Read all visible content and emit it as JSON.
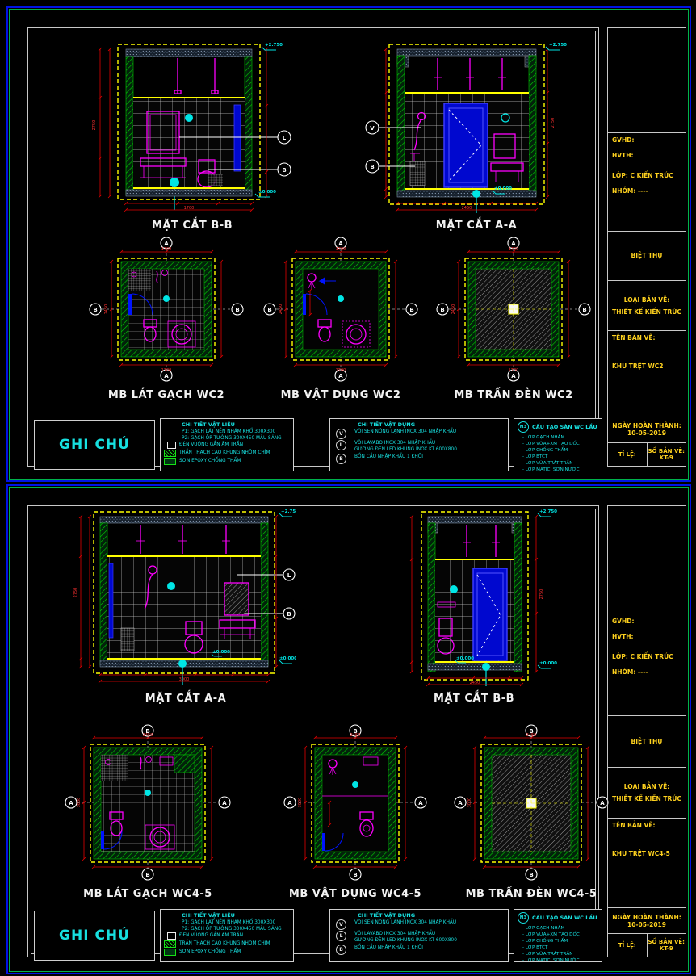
{
  "sheets": [
    {
      "sections": [
        {
          "title": "MẶT CẮT B-B",
          "dims": {
            "width": "1700",
            "height": "2750"
          },
          "tags": [
            "L",
            "B"
          ]
        },
        {
          "title": "MẶT CẮT A-A",
          "dims": {
            "width": "2450",
            "height": "2750"
          },
          "tags": [
            "V",
            "B"
          ]
        }
      ],
      "plans": [
        {
          "title": "MB LÁT GẠCH WC2",
          "dims": {
            "width": "1700",
            "depth": "2450"
          }
        },
        {
          "title": "MB VẬT DỤNG WC2",
          "dims": {
            "width": "1700",
            "depth": "2450"
          }
        },
        {
          "title": "MB TRẦN ĐÈN WC2",
          "dims": {
            "width": "1700",
            "depth": "2450"
          }
        }
      ],
      "markers": {
        "v": "A",
        "h": "B"
      },
      "titleblock": {
        "drawing_name": "KHU TRỆT WC2"
      }
    },
    {
      "sections": [
        {
          "title": "MẶT CẮT A-A",
          "dims": {
            "width": "3000",
            "height": "2750"
          },
          "tags": [
            "L",
            "B"
          ]
        },
        {
          "title": "MẶT CẮT B-B",
          "dims": {
            "width": "2450",
            "height": "2750"
          },
          "tags": [
            "V",
            "B"
          ]
        }
      ],
      "plans": [
        {
          "title": "MB LÁT GẠCH WC4-5",
          "dims": {
            "width": "2450",
            "depth": "3000"
          }
        },
        {
          "title": "MB VẬT DỤNG WC4-5",
          "dims": {
            "width": "2450",
            "depth": "3000"
          }
        },
        {
          "title": "MB TRẦN ĐÈN WC4-5",
          "dims": {
            "width": "2450",
            "depth": "3000"
          }
        }
      ],
      "markers": {
        "v": "B",
        "h": "A"
      },
      "titleblock": {
        "drawing_name": "KHU TRỆT WC4-5"
      }
    }
  ],
  "legend": {
    "note_label": "GHI CHÚ",
    "materials": {
      "header": "CHI TIẾT VẬT LIỆU",
      "item1": "P1: GẠCH LÁT NỀN NHÁM KHỔ 300X300",
      "item2": "P2: GẠCH ỐP TƯỜNG 300X450 MÀU SÁNG",
      "item3": "ĐÈN VUÔNG GẮN ÂM TRẦN",
      "item4": "TRẦN THẠCH CAO KHUNG NHÔM CHÌM",
      "item5": "SƠN EPOXY CHỐNG THẤM"
    },
    "fixtures": {
      "header": "CHI TIẾT VẬT DỤNG",
      "items": [
        {
          "tag": "V",
          "text": "VÒI SEN NÓNG LẠNH INOX 304 NHẬP KHẨU"
        },
        {
          "tag": "L",
          "text": "VÒI LAVABO INOX 304 NHẬP KHẨU",
          "text2": "GƯƠNG ĐÈN LED KHUNG INOX KT 600X800"
        },
        {
          "tag": "B",
          "text": "BỒN CẦU NHẬP KHẨU 1 KHỐI"
        }
      ]
    },
    "floor": {
      "tag": "N3",
      "header": "CẤU TẠO SÀN WC LẦU",
      "items": [
        "- LỚP GẠCH NHÁM",
        "- LỚP VỮA+XM TẠO DỐC",
        "- LỚP CHỐNG THẤM",
        "- LỚP BTCT",
        "- LỚP VỮA TRÁT TRẦN",
        "- LỚP MATIC, SƠN NƯỚC"
      ]
    }
  },
  "titleblock": {
    "gvhd_label": "GVHD:",
    "hvth_label": "HVTH:",
    "lop_label": "LỚP:",
    "lop_value": "C KIẾN TRÚC",
    "nhom_label": "NHÓM:",
    "nhom_value": "----",
    "project": "BIỆT THỰ",
    "type_label": "LOẠI BẢN VẼ:",
    "type_value": "THIẾT KẾ KIẾN TRÚC",
    "name_label": "TÊN BẢN VẼ:",
    "date_label": "NGÀY HOÀN THÀNH:",
    "date_value": "10-05-2019",
    "scale_label": "TỈ LỆ:",
    "number_label": "SỐ BẢN VẼ:",
    "number_value": "KT-9"
  },
  "symbols": {
    "level_top": "+2.750",
    "level_floor": "±0.000",
    "floor_ref": "N3"
  }
}
